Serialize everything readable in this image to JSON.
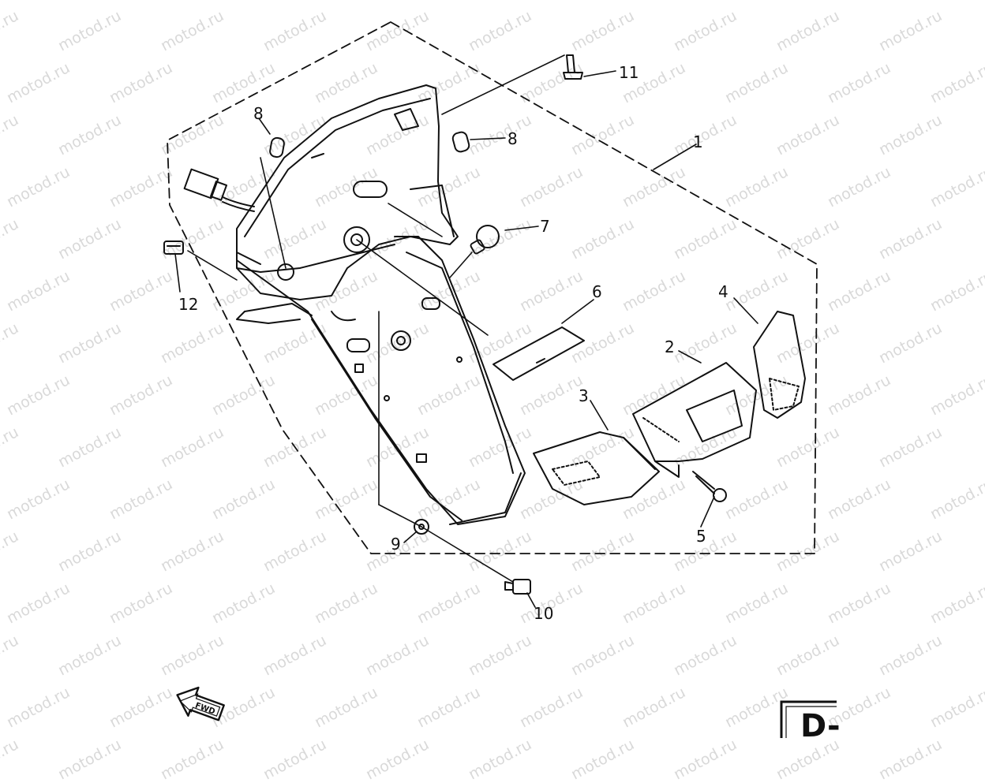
{
  "watermark": {
    "text": "motod.ru",
    "color": "#d9d9d9"
  },
  "callouts": [
    {
      "id": "1",
      "label": "1"
    },
    {
      "id": "2",
      "label": "2"
    },
    {
      "id": "3",
      "label": "3"
    },
    {
      "id": "4",
      "label": "4"
    },
    {
      "id": "5",
      "label": "5"
    },
    {
      "id": "6",
      "label": "6"
    },
    {
      "id": "7",
      "label": "7"
    },
    {
      "id": "8a",
      "label": "8"
    },
    {
      "id": "8b",
      "label": "8"
    },
    {
      "id": "9",
      "label": "9"
    },
    {
      "id": "10",
      "label": "10"
    },
    {
      "id": "11",
      "label": "11"
    },
    {
      "id": "12",
      "label": "12"
    }
  ],
  "direction_arrow": {
    "label": "FWD"
  },
  "section_box": {
    "label": "D-"
  },
  "line_color": "#111111"
}
